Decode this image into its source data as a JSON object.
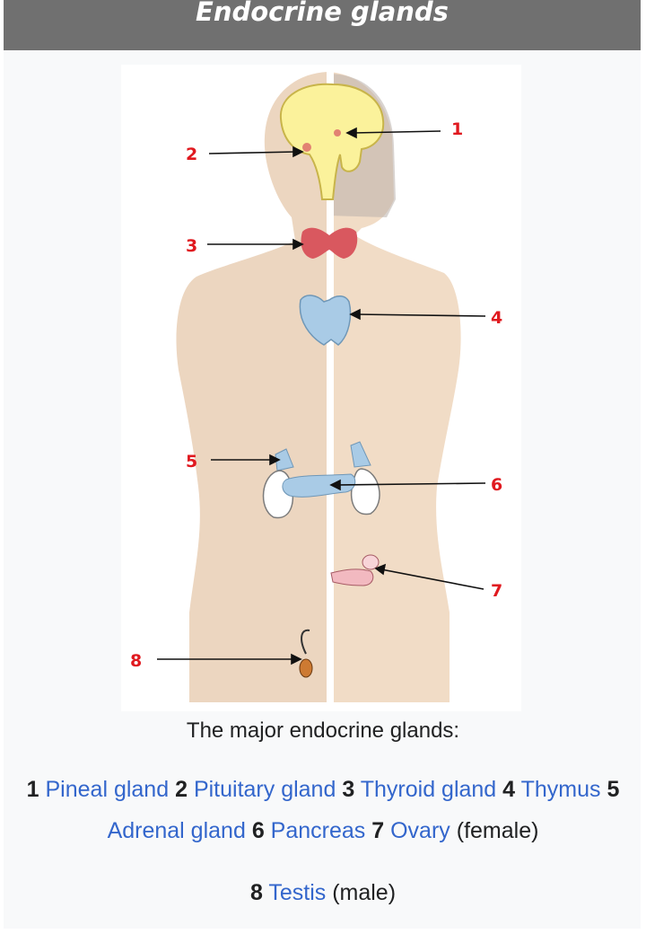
{
  "header": {
    "title": "Endocrine glands"
  },
  "figure": {
    "labels": [
      "1",
      "2",
      "3",
      "4",
      "5",
      "6",
      "7",
      "8"
    ],
    "colors": {
      "skin": "#f3dcc4",
      "brain": "#fbf29b",
      "thyroid": "#d9585f",
      "blue": "#a9cbe6",
      "label": "#e0191f"
    }
  },
  "caption": "The major endocrine glands:",
  "glands": [
    {
      "num": "1",
      "name": "Pineal gland"
    },
    {
      "num": "2",
      "name": "Pituitary gland"
    },
    {
      "num": "3",
      "name": "Thyroid gland"
    },
    {
      "num": "4",
      "name": "Thymus"
    },
    {
      "num": "5",
      "name": "Adrenal gland"
    },
    {
      "num": "6",
      "name": "Pancreas"
    },
    {
      "num": "7",
      "name": "Ovary",
      "note": "(female)"
    },
    {
      "num": "8",
      "name": "Testis",
      "note": "(male)"
    }
  ]
}
